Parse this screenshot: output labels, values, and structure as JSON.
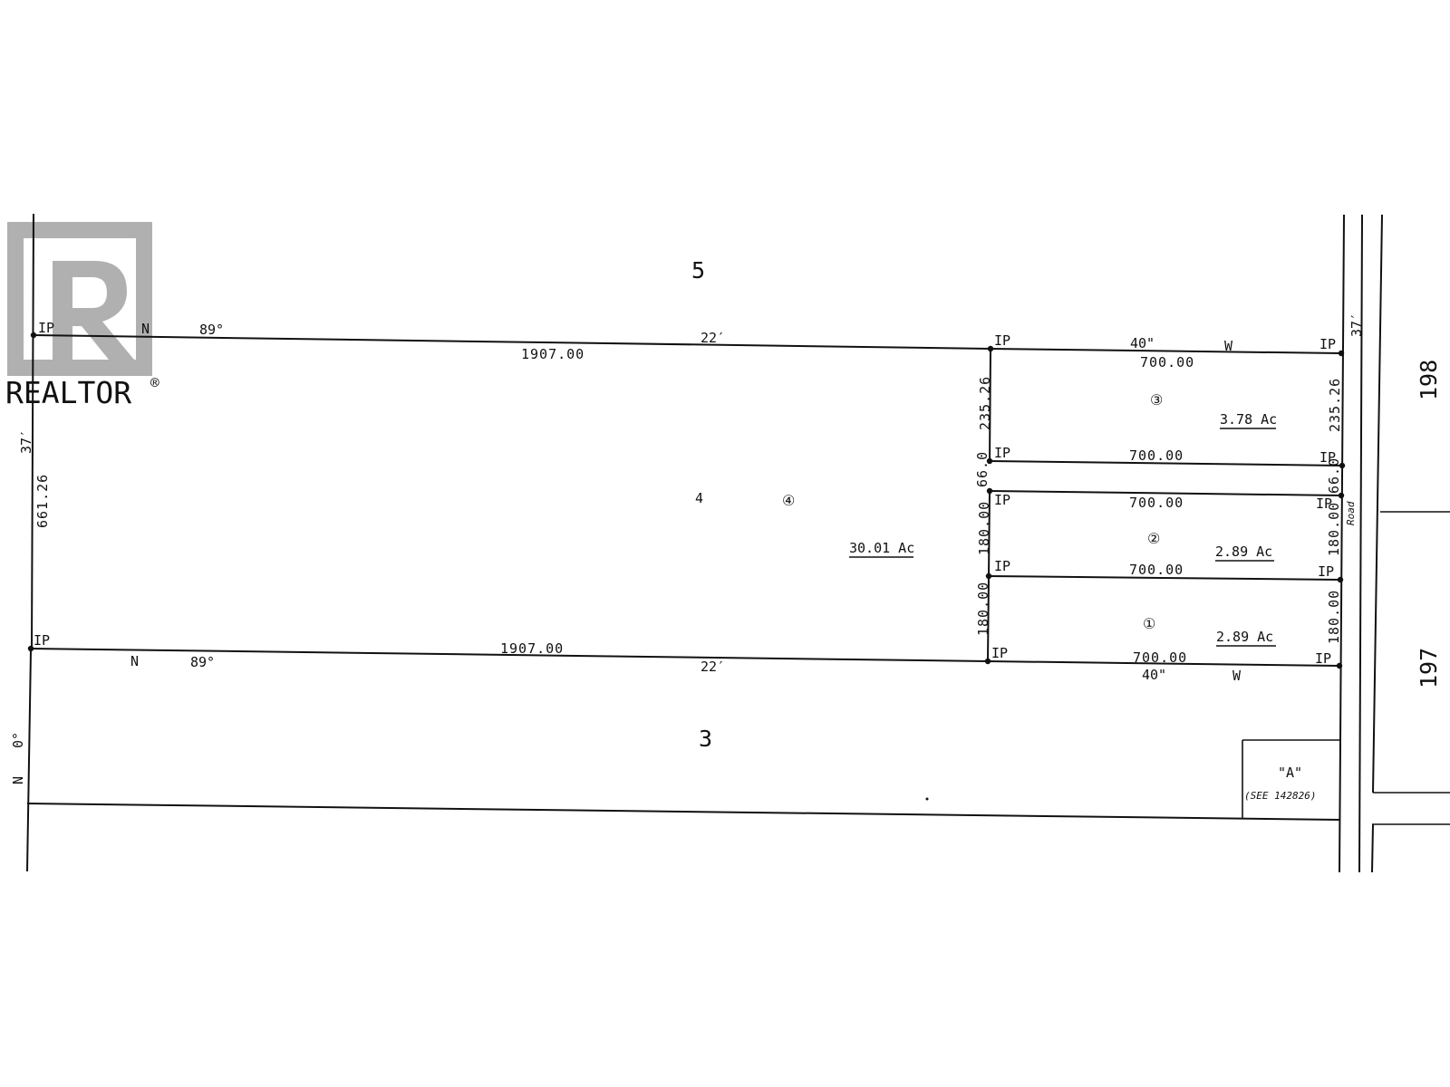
{
  "watermark": {
    "brand": "REALTOR",
    "registered": "®",
    "color": "#b0b0b0"
  },
  "lots": {
    "north": "5",
    "main": "4",
    "main_circled": "④",
    "south": "3",
    "parcel_1": "①",
    "parcel_2": "②",
    "parcel_3": "③",
    "road_east_upper": "198",
    "road_east_lower": "197"
  },
  "bearings": {
    "north_line": {
      "n": "N",
      "deg": "89°",
      "min": "22′",
      "sec": "40\"",
      "w": "W"
    },
    "south_line": {
      "n": "N",
      "deg": "89°",
      "min": "22′",
      "sec": "40\"",
      "w": "W"
    },
    "west_minutes": "37′",
    "east_minutes": "37′",
    "west_prefix_n": "N",
    "west_deg": "0°"
  },
  "dimensions": {
    "north_1907": "1907.00",
    "south_1907": "1907.00",
    "west_661": "661.26",
    "p3_top": "700.00",
    "p3_bottom": "700.00",
    "p2_top": "700.00",
    "p2_bottom": "700.00",
    "p1_bottom": "700.00",
    "p3_left": "235.26",
    "p3_right": "235.26",
    "road_left": "66.0",
    "road_right": "66.0",
    "p2_left": "180.00",
    "p2_right": "180.00",
    "p1_left": "180.00",
    "p1_right": "180.00"
  },
  "areas": {
    "main": "30.01 Ac",
    "p3": "3.78 Ac",
    "p2": "2.89 Ac",
    "p1": "2.89 Ac"
  },
  "monument": "IP",
  "road_label": "Road",
  "parcel_a": {
    "label": "\"A\"",
    "ref": "(SEE 142826)"
  }
}
